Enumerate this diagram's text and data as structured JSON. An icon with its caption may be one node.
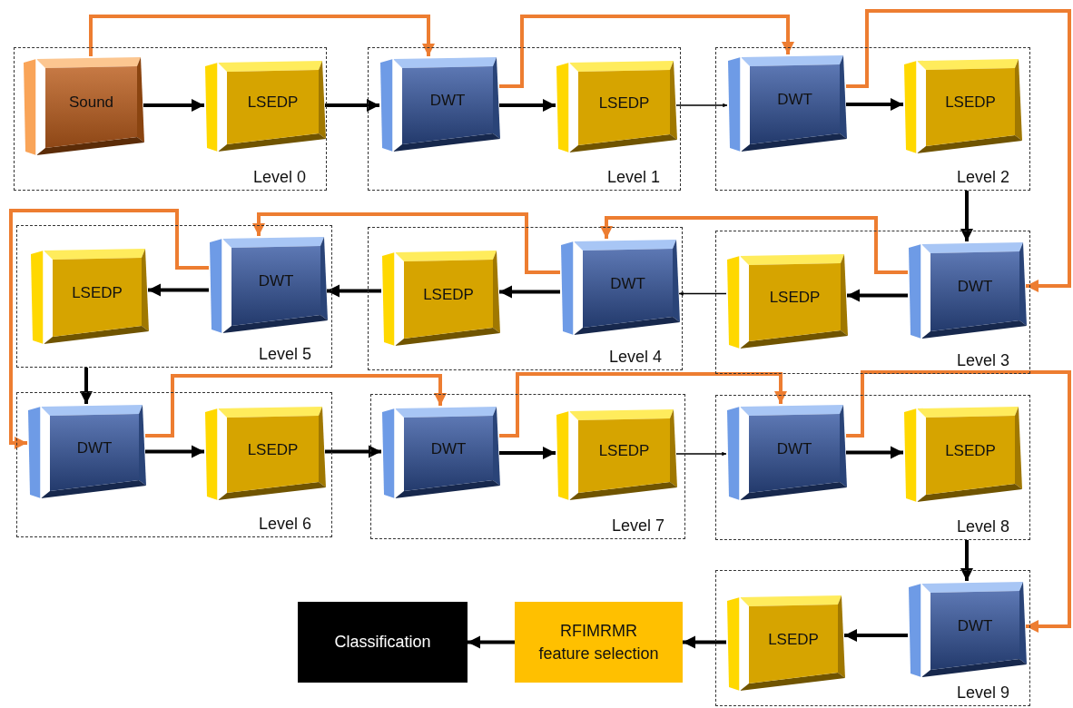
{
  "diagram": {
    "nodes": [
      {
        "text": [
          "Level 0"
        ]
      },
      {
        "text": [
          "Sound"
        ],
        "in": 0
      },
      {
        "text": [
          "LSEDP"
        ],
        "in": 0
      },
      {
        "text": [
          "Level 1"
        ]
      },
      {
        "text": [
          "DWT"
        ],
        "in": 3
      },
      {
        "text": [
          "LSEDP"
        ],
        "in": 3
      },
      {
        "text": [
          "Level 2"
        ]
      },
      {
        "text": [
          "DWT"
        ],
        "in": 6
      },
      {
        "text": [
          "LSEDP"
        ],
        "in": 6
      },
      {
        "text": [
          "Level 3"
        ]
      },
      {
        "text": [
          "DWT"
        ],
        "in": 9
      },
      {
        "text": [
          "LSEDP"
        ],
        "in": 9
      },
      {
        "text": [
          "Level 4"
        ]
      },
      {
        "text": [
          "DWT"
        ],
        "in": 12
      },
      {
        "text": [
          "LSEDP"
        ],
        "in": 12
      },
      {
        "text": [
          "Level 5"
        ]
      },
      {
        "text": [
          "DWT"
        ],
        "in": 15
      },
      {
        "text": [
          "LSEDP"
        ],
        "in": 15
      },
      {
        "text": [
          "Level 6"
        ]
      },
      {
        "text": [
          "DWT"
        ],
        "in": 18
      },
      {
        "text": [
          "LSEDP"
        ],
        "in": 18
      },
      {
        "text": [
          "Level 7"
        ]
      },
      {
        "text": [
          "DWT"
        ],
        "in": 21
      },
      {
        "text": [
          "LSEDP"
        ],
        "in": 21
      },
      {
        "text": [
          "Level 8"
        ]
      },
      {
        "text": [
          "DWT"
        ],
        "in": 24
      },
      {
        "text": [
          "LSEDP"
        ],
        "in": 24
      },
      {
        "text": [
          "Level 9"
        ]
      },
      {
        "text": [
          "DWT"
        ],
        "in": 27
      },
      {
        "text": [
          "LSEDP"
        ],
        "in": 27
      },
      {
        "text": [
          "RFIMRMR feature selection"
        ]
      },
      {
        "text": [
          "Classification"
        ]
      }
    ],
    "edges": [
      {
        "from": 1,
        "to": 2,
        "arrow": "to"
      },
      {
        "from": 2,
        "to": 4,
        "arrow": "to"
      },
      {
        "from": 4,
        "to": 5,
        "arrow": "to"
      },
      {
        "from": 5,
        "to": 7,
        "arrow": "to"
      },
      {
        "from": 7,
        "to": 8,
        "arrow": "to"
      },
      {
        "from": 6,
        "to": 10,
        "arrow": "to"
      },
      {
        "from": 10,
        "to": 11,
        "arrow": "to"
      },
      {
        "from": 11,
        "to": 13,
        "arrow": "to"
      },
      {
        "from": 13,
        "to": 14,
        "arrow": "to"
      },
      {
        "from": 14,
        "to": 16,
        "arrow": "to"
      },
      {
        "from": 16,
        "to": 17,
        "arrow": "to"
      },
      {
        "from": 15,
        "to": 19,
        "arrow": "to"
      },
      {
        "from": 19,
        "to": 20,
        "arrow": "to"
      },
      {
        "from": 20,
        "to": 22,
        "arrow": "to"
      },
      {
        "from": 22,
        "to": 23,
        "arrow": "to"
      },
      {
        "from": 23,
        "to": 25,
        "arrow": "to"
      },
      {
        "from": 25,
        "to": 26,
        "arrow": "to"
      },
      {
        "from": 24,
        "to": 28,
        "arrow": "to"
      },
      {
        "from": 28,
        "to": 29,
        "arrow": "to"
      },
      {
        "from": 29,
        "to": 30,
        "arrow": "to"
      },
      {
        "from": 30,
        "to": 31,
        "arrow": "to"
      },
      {
        "from": 1,
        "to": 4,
        "arrow": "to",
        "color": "#ed7d31"
      },
      {
        "from": 4,
        "to": 7,
        "arrow": "to",
        "color": "#ed7d31"
      },
      {
        "from": 7,
        "to": 10,
        "arrow": "to",
        "color": "#ed7d31"
      },
      {
        "from": 10,
        "to": 13,
        "arrow": "to",
        "color": "#ed7d31"
      },
      {
        "from": 13,
        "to": 16,
        "arrow": "to",
        "color": "#ed7d31"
      },
      {
        "from": 16,
        "to": 19,
        "arrow": "to",
        "color": "#ed7d31"
      },
      {
        "from": 19,
        "to": 22,
        "arrow": "to",
        "color": "#ed7d31"
      },
      {
        "from": 22,
        "to": 25,
        "arrow": "to",
        "color": "#ed7d31"
      },
      {
        "from": 25,
        "to": 28,
        "arrow": "to",
        "color": "#ed7d31"
      }
    ]
  }
}
